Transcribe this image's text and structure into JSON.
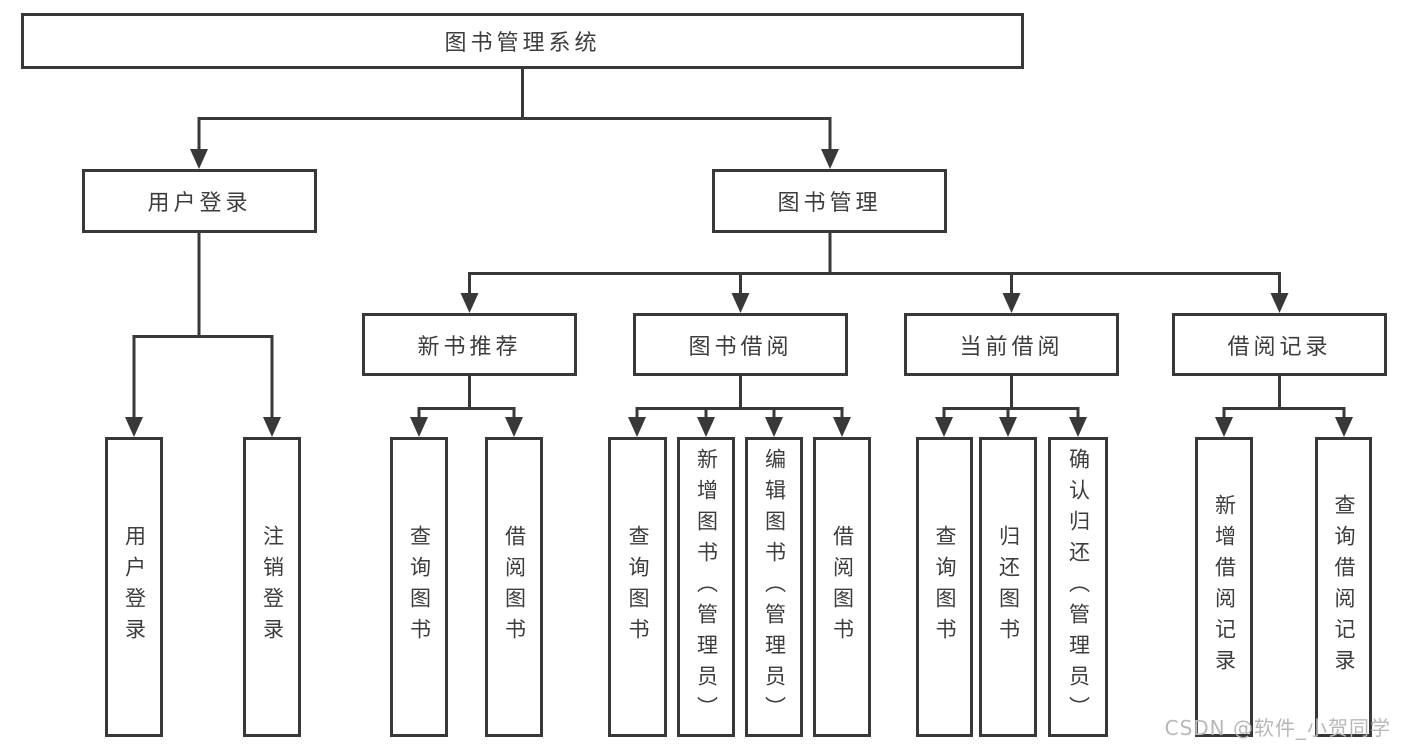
{
  "diagram_type": "hierarchy-tree",
  "tree": {
    "root": {
      "label": "图书管理系统"
    },
    "children": [
      {
        "label": "用户登录",
        "children": [
          {
            "label": "用户登录"
          },
          {
            "label": "注销登录"
          }
        ]
      },
      {
        "label": "图书管理",
        "children": [
          {
            "label": "新书推荐",
            "children": [
              {
                "label": "查询图书"
              },
              {
                "label": "借阅图书"
              }
            ]
          },
          {
            "label": "图书借阅",
            "children": [
              {
                "label": "查询图书"
              },
              {
                "label": "新增图书（管理员）"
              },
              {
                "label": "编辑图书（管理员）"
              },
              {
                "label": "借阅图书"
              }
            ]
          },
          {
            "label": "当前借阅",
            "children": [
              {
                "label": "查询图书"
              },
              {
                "label": "归还图书"
              },
              {
                "label": "确认归还（管理员）"
              }
            ]
          },
          {
            "label": "借阅记录",
            "children": [
              {
                "label": "新增借阅记录"
              },
              {
                "label": "查询借阅记录"
              }
            ]
          }
        ]
      }
    ]
  },
  "watermark": {
    "text": "CSDN @软件_小贺同学",
    "color": "#b8b8b8"
  },
  "colors": {
    "line": "#383838",
    "text": "#3d3d3d",
    "background": "#ffffff"
  }
}
